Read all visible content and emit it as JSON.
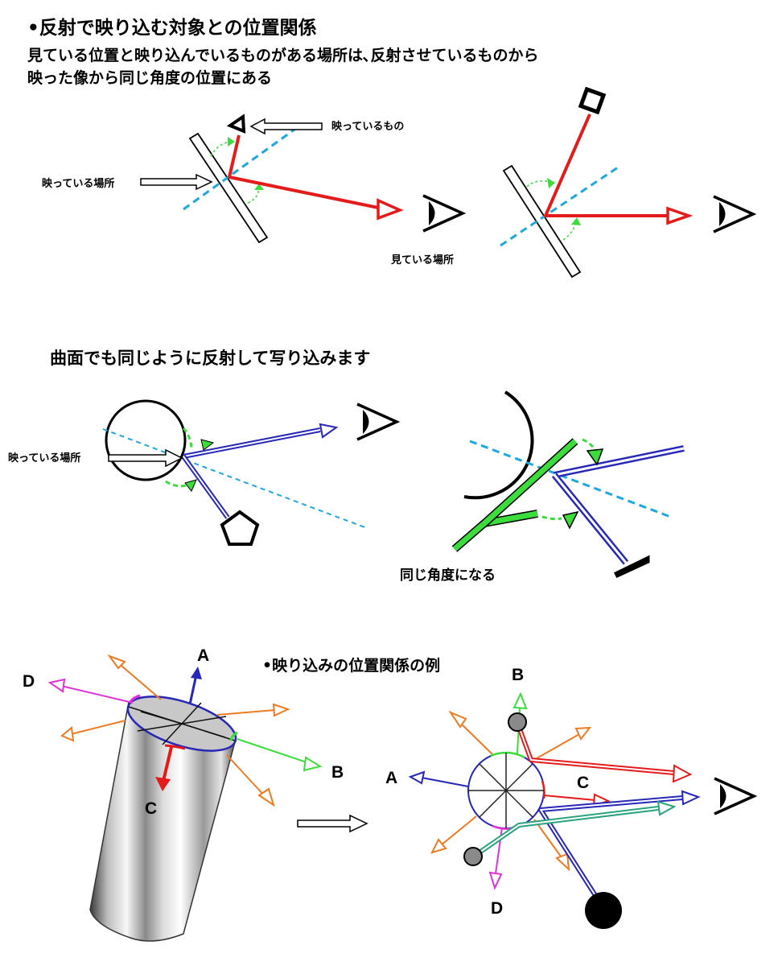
{
  "colors": {
    "red": "#e41b1b",
    "cyan": "#1fa7e0",
    "green": "#3ddc3d",
    "blue": "#2727b8",
    "orange": "#ee7a22",
    "magenta": "#e033d6",
    "teal": "#2aa37e"
  },
  "icons": [
    "eye-icon",
    "triangle-object",
    "square-object",
    "pentagon-object",
    "eraser-object",
    "double-arrow"
  ],
  "header": {
    "title": "•反射で映り込む対象との位置関係",
    "line1": "見ている位置と映り込んでいるものがある場所は､反射させているものから",
    "line2": "映った像から同じ角度の位置にある"
  },
  "fig1": {
    "reflected_object_label": "映っているもの",
    "reflection_point_label": "映っている場所",
    "viewer_label": "見ている場所"
  },
  "section2": {
    "title": "曲面でも同じように反射して写り込みます",
    "reflection_point_label": "映っている場所",
    "same_angle_label": "同じ角度になる"
  },
  "section3": {
    "title": "•映り込みの位置関係の例",
    "cylinder_labels": {
      "a": "A",
      "b": "B",
      "c": "C",
      "d": "D"
    },
    "circle_labels": {
      "a": "A",
      "b": "B",
      "c": "C",
      "d": "D"
    }
  }
}
